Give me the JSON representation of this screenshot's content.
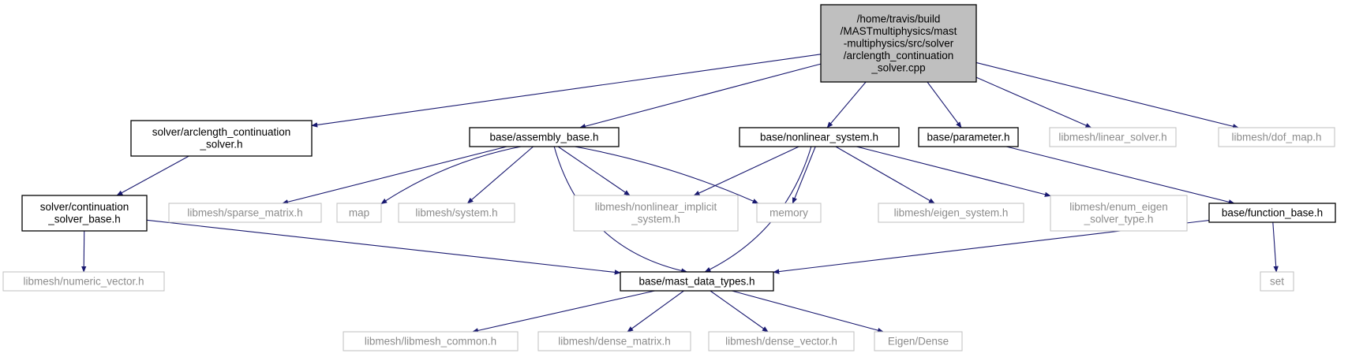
{
  "graph": {
    "colors": {
      "edge": "#191970",
      "root_fill": "#bfbfbf",
      "node_border": "#000000",
      "external_border": "#bfbfbf",
      "external_text": "#8c8c8c",
      "text": "#000000"
    },
    "nodes": [
      {
        "id": "root",
        "kind": "root",
        "lines": [
          "/home/travis/build",
          "/MASTmultiphysics/mast",
          "-multiphysics/src/solver",
          "/arclength_continuation",
          "_solver.cpp"
        ]
      },
      {
        "id": "arclength_h",
        "kind": "internal",
        "lines": [
          "solver/arclength_continuation",
          "_solver.h"
        ]
      },
      {
        "id": "assembly_base",
        "kind": "internal",
        "lines": [
          "base/assembly_base.h"
        ]
      },
      {
        "id": "nonlinear_system",
        "kind": "internal",
        "lines": [
          "base/nonlinear_system.h"
        ]
      },
      {
        "id": "parameter",
        "kind": "internal",
        "lines": [
          "base/parameter.h"
        ]
      },
      {
        "id": "linear_solver",
        "kind": "external",
        "lines": [
          "libmesh/linear_solver.h"
        ]
      },
      {
        "id": "dof_map",
        "kind": "external",
        "lines": [
          "libmesh/dof_map.h"
        ]
      },
      {
        "id": "continuation_base",
        "kind": "internal",
        "lines": [
          "solver/continuation",
          "_solver_base.h"
        ]
      },
      {
        "id": "sparse_matrix",
        "kind": "external",
        "lines": [
          "libmesh/sparse_matrix.h"
        ]
      },
      {
        "id": "map",
        "kind": "external",
        "lines": [
          "map"
        ]
      },
      {
        "id": "system",
        "kind": "external",
        "lines": [
          "libmesh/system.h"
        ]
      },
      {
        "id": "nonlinear_implicit",
        "kind": "external",
        "lines": [
          "libmesh/nonlinear_implicit",
          "_system.h"
        ]
      },
      {
        "id": "memory",
        "kind": "external",
        "lines": [
          "memory"
        ]
      },
      {
        "id": "eigen_system",
        "kind": "external",
        "lines": [
          "libmesh/eigen_system.h"
        ]
      },
      {
        "id": "enum_eigen",
        "kind": "external",
        "lines": [
          "libmesh/enum_eigen",
          "_solver_type.h"
        ]
      },
      {
        "id": "function_base",
        "kind": "internal",
        "lines": [
          "base/function_base.h"
        ]
      },
      {
        "id": "numeric_vector",
        "kind": "external",
        "lines": [
          "libmesh/numeric_vector.h"
        ]
      },
      {
        "id": "mast_data_types",
        "kind": "internal",
        "lines": [
          "base/mast_data_types.h"
        ]
      },
      {
        "id": "set",
        "kind": "external",
        "lines": [
          "set"
        ]
      },
      {
        "id": "libmesh_common",
        "kind": "external",
        "lines": [
          "libmesh/libmesh_common.h"
        ]
      },
      {
        "id": "dense_matrix",
        "kind": "external",
        "lines": [
          "libmesh/dense_matrix.h"
        ]
      },
      {
        "id": "dense_vector",
        "kind": "external",
        "lines": [
          "libmesh/dense_vector.h"
        ]
      },
      {
        "id": "eigen_dense",
        "kind": "external",
        "lines": [
          "Eigen/Dense"
        ]
      }
    ],
    "edges": [
      {
        "from": "root",
        "to": "arclength_h"
      },
      {
        "from": "root",
        "to": "assembly_base"
      },
      {
        "from": "root",
        "to": "nonlinear_system"
      },
      {
        "from": "root",
        "to": "parameter"
      },
      {
        "from": "root",
        "to": "linear_solver"
      },
      {
        "from": "root",
        "to": "dof_map"
      },
      {
        "from": "arclength_h",
        "to": "continuation_base"
      },
      {
        "from": "continuation_base",
        "to": "numeric_vector"
      },
      {
        "from": "continuation_base",
        "to": "mast_data_types"
      },
      {
        "from": "assembly_base",
        "to": "sparse_matrix"
      },
      {
        "from": "assembly_base",
        "to": "map"
      },
      {
        "from": "assembly_base",
        "to": "system"
      },
      {
        "from": "assembly_base",
        "to": "nonlinear_implicit"
      },
      {
        "from": "assembly_base",
        "to": "memory"
      },
      {
        "from": "assembly_base",
        "to": "mast_data_types"
      },
      {
        "from": "nonlinear_system",
        "to": "nonlinear_implicit"
      },
      {
        "from": "nonlinear_system",
        "to": "memory"
      },
      {
        "from": "nonlinear_system",
        "to": "eigen_system"
      },
      {
        "from": "nonlinear_system",
        "to": "enum_eigen"
      },
      {
        "from": "nonlinear_system",
        "to": "mast_data_types"
      },
      {
        "from": "parameter",
        "to": "function_base"
      },
      {
        "from": "function_base",
        "to": "mast_data_types"
      },
      {
        "from": "function_base",
        "to": "set"
      },
      {
        "from": "mast_data_types",
        "to": "libmesh_common"
      },
      {
        "from": "mast_data_types",
        "to": "dense_matrix"
      },
      {
        "from": "mast_data_types",
        "to": "dense_vector"
      },
      {
        "from": "mast_data_types",
        "to": "eigen_dense"
      }
    ]
  }
}
